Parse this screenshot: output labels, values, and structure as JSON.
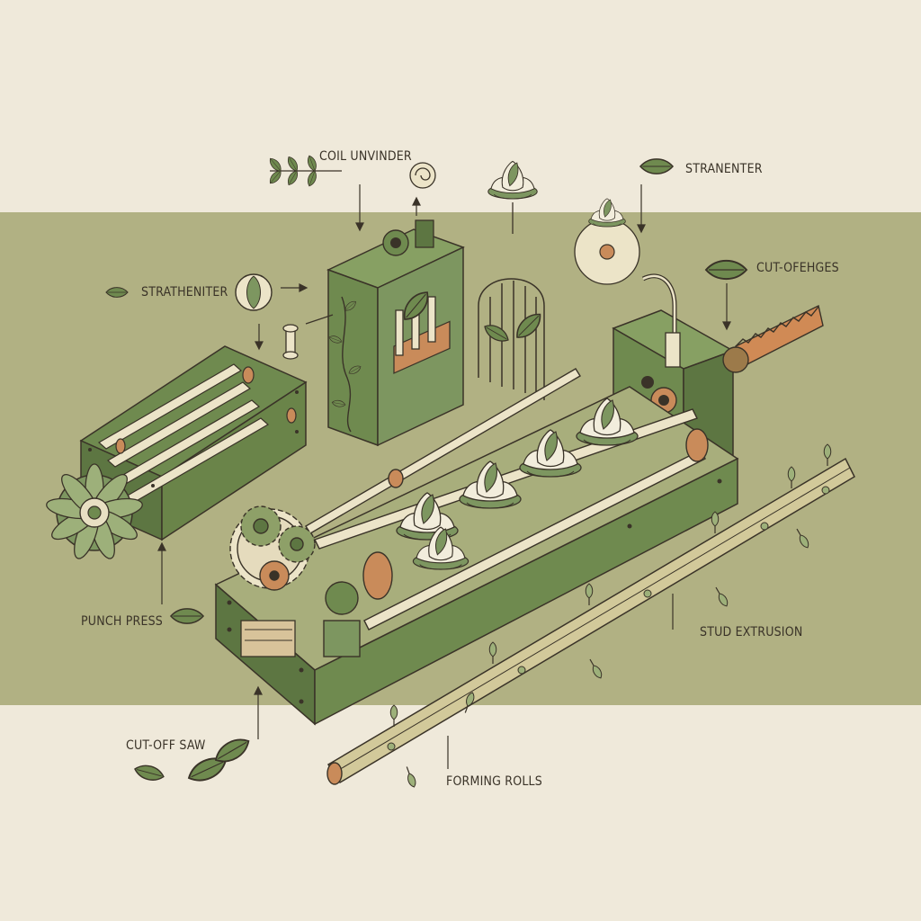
{
  "labels": {
    "coil_unvinder": "COIL UNVINDER",
    "stranenter": "STRANENTER",
    "strathenter": "STRATHENITER",
    "cut_ofehges": "CUT-OFEHGES",
    "punch_press": "PUNCH PRESS",
    "stud_extrusion": "STUD EXTRUSION",
    "cut_off_saw": "CUT-OFF SAW",
    "forming_rolls": "FORMING ROLLS"
  },
  "colors": {
    "background": "#efe9da",
    "band": "#b1b183",
    "machine_green": "#6f8a4f",
    "ink": "#3a3328",
    "copper": "#c98b5a",
    "cream": "#ece4c8"
  }
}
